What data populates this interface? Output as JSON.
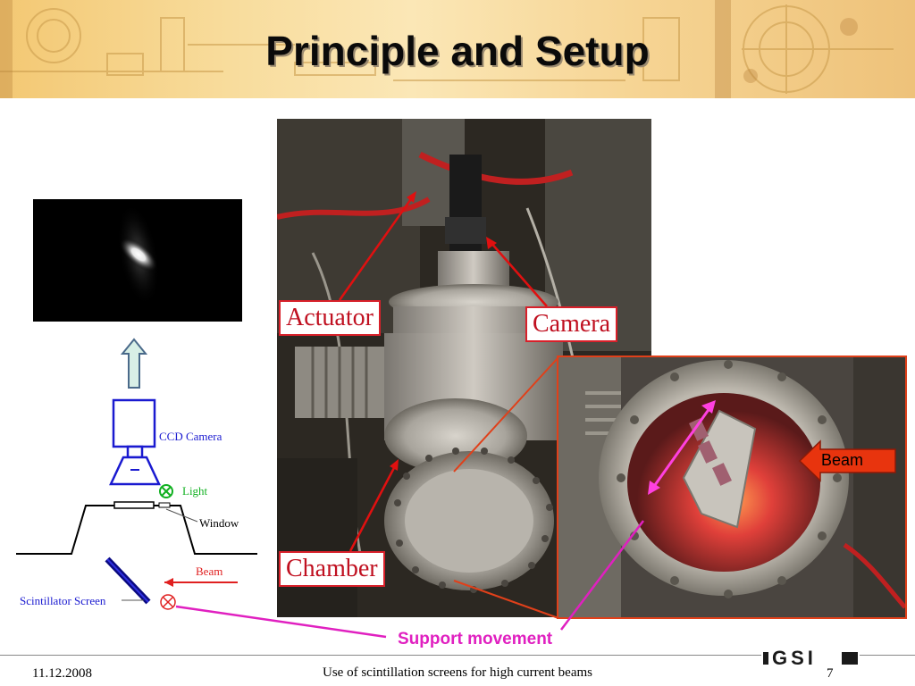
{
  "slide": {
    "title": "Principle and Setup"
  },
  "schematic": {
    "ccd_camera_label": "CCD Camera",
    "light_label": "Light",
    "window_label": "Window",
    "beam_label": "Beam",
    "screen_label": "Scintillator Screen"
  },
  "photo": {
    "callout_actuator": "Actuator",
    "callout_camera": "Camera",
    "callout_chamber": "Chamber",
    "inset_beam_label": "Beam"
  },
  "annotation": {
    "support_movement": "Support movement"
  },
  "footer": {
    "date": "11.12.2008",
    "caption": "Use of scintillation screens for high current beams",
    "page_number": "7",
    "logo_text": "GSI"
  },
  "colors": {
    "title_text": "#0a0a0a",
    "callout_border": "#d8202a",
    "callout_text": "#c01020",
    "support_movement": "#e020c0",
    "inset_border": "#e0401a",
    "beam_arrow_fill": "#e8340e",
    "schematic_blue": "#1a1ad0",
    "light_green": "#10b020",
    "beam_red": "#e02020"
  }
}
